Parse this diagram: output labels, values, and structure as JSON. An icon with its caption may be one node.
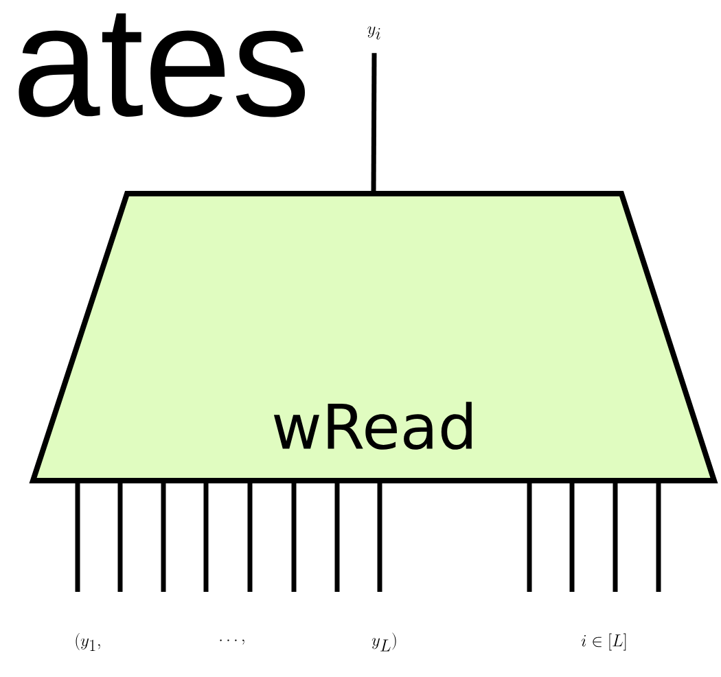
{
  "diagram": {
    "nodes": [
      {
        "text": [
          "wRead"
        ]
      },
      {
        "text": [
          "y_{i}"
        ]
      }
    ],
    "edges": [
      {
        "from": 0,
        "to": 1,
        "arrow": "none"
      },
      {
        "from": null,
        "to": 0,
        "arrow": "none"
      },
      {
        "from": null,
        "to": 0,
        "arrow": "none"
      },
      {
        "from": null,
        "to": 0,
        "arrow": "none"
      },
      {
        "from": null,
        "to": 0,
        "arrow": "none"
      },
      {
        "from": null,
        "to": 0,
        "arrow": "none"
      },
      {
        "from": null,
        "to": 0,
        "arrow": "none"
      },
      {
        "from": null,
        "to": 0,
        "arrow": "none"
      },
      {
        "from": null,
        "to": 0,
        "arrow": "none"
      },
      {
        "from": null,
        "to": 0,
        "arrow": "none"
      },
      {
        "from": null,
        "to": 0,
        "arrow": "none"
      },
      {
        "from": null,
        "to": 0,
        "arrow": "none"
      },
      {
        "from": null,
        "to": 0,
        "arrow": "none"
      }
    ],
    "labels": [
      "ates",
      "(y_{1},",
      "\\ldots,",
      "y_{L})",
      "i \\in [L]"
    ]
  }
}
